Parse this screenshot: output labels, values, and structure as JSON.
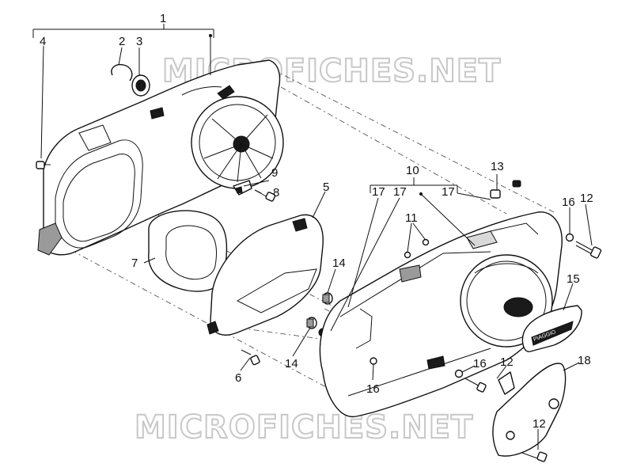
{
  "watermark": {
    "top": "MICROFICHES.NET",
    "bottom": "MICROFICHES.NET"
  },
  "callouts": {
    "c1": "1",
    "c2": "2",
    "c3": "3",
    "c4": "4",
    "c5": "5",
    "c6": "6",
    "c7": "7",
    "c8": "8",
    "c9": "9",
    "c10": "10",
    "c11": "11",
    "c12a": "12",
    "c12b": "12",
    "c12c": "12",
    "c13": "13",
    "c14a": "14",
    "c14b": "14",
    "c15": "15",
    "c16a": "16",
    "c16b": "16",
    "c16c": "16",
    "c17a": "17",
    "c17b": "17",
    "c17c": "17",
    "c18": "18"
  },
  "badge_text": "PIAGGIO"
}
